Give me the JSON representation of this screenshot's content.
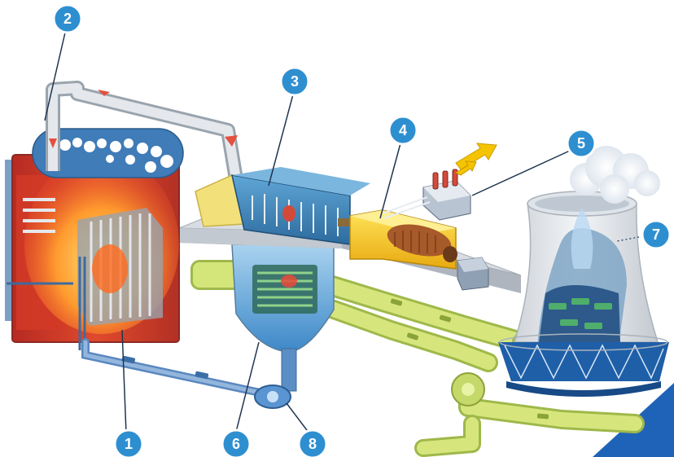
{
  "labels": [
    {
      "id": "label-1",
      "text": "1"
    },
    {
      "id": "label-2",
      "text": "2"
    },
    {
      "id": "label-3",
      "text": "3"
    },
    {
      "id": "label-4",
      "text": "4"
    },
    {
      "id": "label-5",
      "text": "5"
    },
    {
      "id": "label-6",
      "text": "6"
    },
    {
      "id": "label-7",
      "text": "7"
    },
    {
      "id": "label-8",
      "text": "8"
    }
  ],
  "colors": {
    "badge": "#2e8fd0",
    "boiler": "#c8342a",
    "flame": "#ff8a2a",
    "steam_pipe": "#cfd6de",
    "turbine": "#3b7fb0",
    "generator": "#f2c21b",
    "platform": "#c9ced6",
    "condenser_water": "#6fb0e0",
    "cooling_pipe": "#c8dd6a",
    "cooling_tower": "#e4e7eb",
    "tower_base": "#1f5fa8",
    "accent_corner": "#1f63b8"
  }
}
